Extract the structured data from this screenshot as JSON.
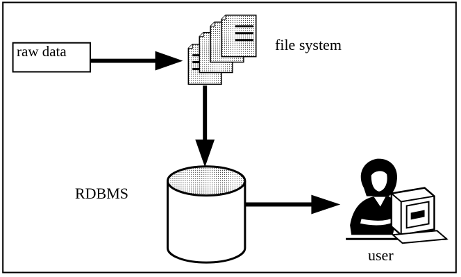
{
  "diagram": {
    "nodes": {
      "raw_data": {
        "label": "raw data"
      },
      "file_system": {
        "label": "file system"
      },
      "rdbms": {
        "label": "RDBMS"
      },
      "user": {
        "label": "user"
      }
    },
    "edges": [
      {
        "from": "raw data",
        "to": "file system"
      },
      {
        "from": "file system",
        "to": "RDBMS"
      },
      {
        "from": "RDBMS",
        "to": "user"
      }
    ]
  },
  "colors": {
    "stroke": "#000000",
    "background": "#ffffff",
    "stipple": "#000000"
  }
}
